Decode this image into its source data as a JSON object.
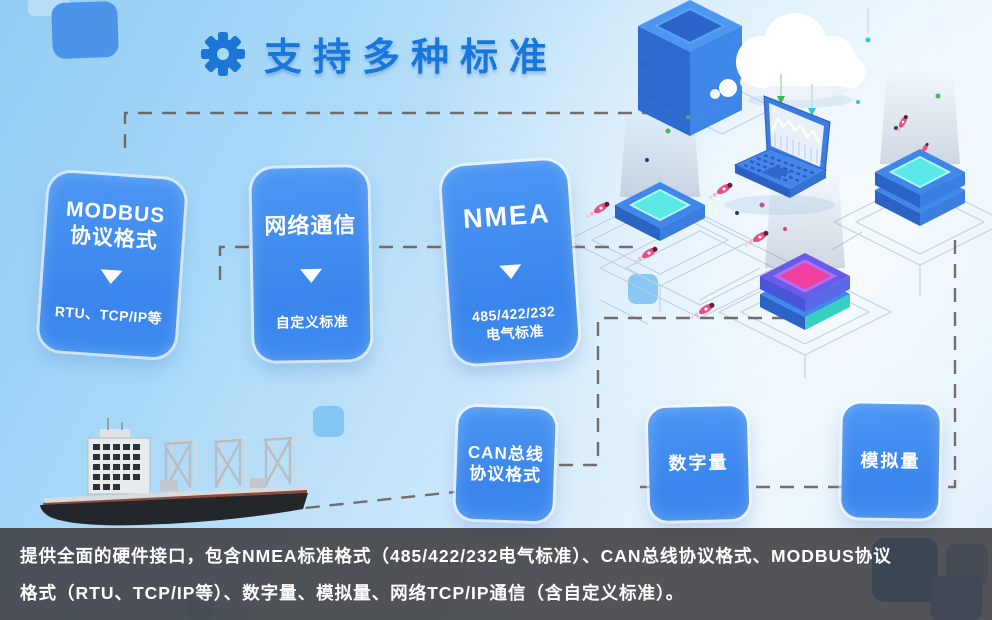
{
  "header": {
    "title": "支持多种标准",
    "icon": "gear-icon"
  },
  "cards": {
    "modbus": {
      "title_line1": "MODBUS",
      "title_line2": "协议格式",
      "subtitle": "RTU、TCP/IP等"
    },
    "network": {
      "title": "网络通信",
      "subtitle": "自定义标准"
    },
    "nmea": {
      "title": "NMEA",
      "subtitle_line1": "485/422/232",
      "subtitle_line2": "电气标准"
    },
    "can": {
      "line1": "CAN总线",
      "line2": "协议格式"
    },
    "digital": {
      "label": "数字量"
    },
    "analog": {
      "label": "模拟量"
    }
  },
  "banner": {
    "line1": "提供全面的硬件接口，包含NMEA标准格式（485/422/232电气标准）、CAN总线协议格式、MODBUS协议",
    "line2": "格式（RTU、TCP/IP等）、数字量、模拟量、网络TCP/IP通信（含自定义标准）。"
  },
  "icons": [
    "gear-icon",
    "down-arrow-icon",
    "server-stack-illustration",
    "cloud-illustration",
    "laptop-chart-illustration",
    "chip-cyan-illustration",
    "chip-magenta-illustration",
    "cargo-ship-illustration",
    "rocket-icon"
  ],
  "colors": {
    "title_blue": "#1877db",
    "card_blue": "#3d87ec",
    "background_top": "#93ccf4",
    "background_bottom": "#ecf6fd",
    "banner_bg": "rgba(60,60,62,0.87)",
    "dashed_line": "#675c55",
    "chip_glow_cyan": "#59e9e2",
    "chip_glow_magenta": "#f03f9e"
  }
}
